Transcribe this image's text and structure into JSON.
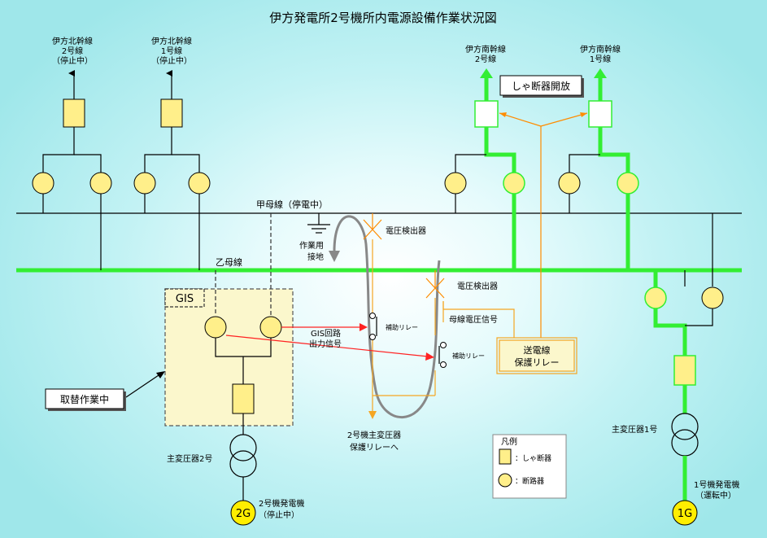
{
  "title": "伊方発電所2号機所内電源設備作業状況図",
  "lines": {
    "north2": [
      "伊方北幹線",
      "2号線",
      "（停止中）"
    ],
    "north1": [
      "伊方北幹線",
      "1号線",
      "（停止中）"
    ],
    "south2": [
      "伊方南幹線",
      "2号線"
    ],
    "south1": [
      "伊方南幹線",
      "1号線"
    ]
  },
  "breaker_open_label": "しゃ断器開放",
  "bus_a_label": "甲母線（停電中）",
  "bus_b_label": "乙母線",
  "grounding_label": [
    "作業用",
    "接地"
  ],
  "voltage_detector_label": "電圧検出器",
  "gis_label": "GIS",
  "gis_signal_label": [
    "GIS回路",
    "出力信号"
  ],
  "aux_relay_label": "補助リレー",
  "bus_voltage_signal_label": "母線電圧信号",
  "tl_protection_relay_label": [
    "送電線",
    "保護リレー"
  ],
  "replacement_label": "取替作業中",
  "to_relay_label": [
    "2号機主変圧器",
    "保護リレーへ"
  ],
  "legend": {
    "title": "凡例",
    "breaker": "：しゃ断器",
    "disconnector": "：断路器"
  },
  "transformer2_label": "主変圧器2号",
  "transformer1_label": "主変圧器1号",
  "gen2": {
    "symbol": "2G",
    "label": [
      "2号機発電機",
      "（停止中）"
    ]
  },
  "gen1": {
    "symbol": "1G",
    "label": [
      "1号機発電機",
      "（運転中）"
    ]
  },
  "colors": {
    "live": "#33ee33",
    "dead": "#000000",
    "signal": "#ff2222",
    "relay_wire": "#f5a623",
    "arrow_orange": "#ff8c00",
    "breaker_fill": "#ffef8a",
    "disconnector_fill": "#ffef8a",
    "gis_fill": "#fbf7cc",
    "generator_fill": "#ffee00"
  }
}
